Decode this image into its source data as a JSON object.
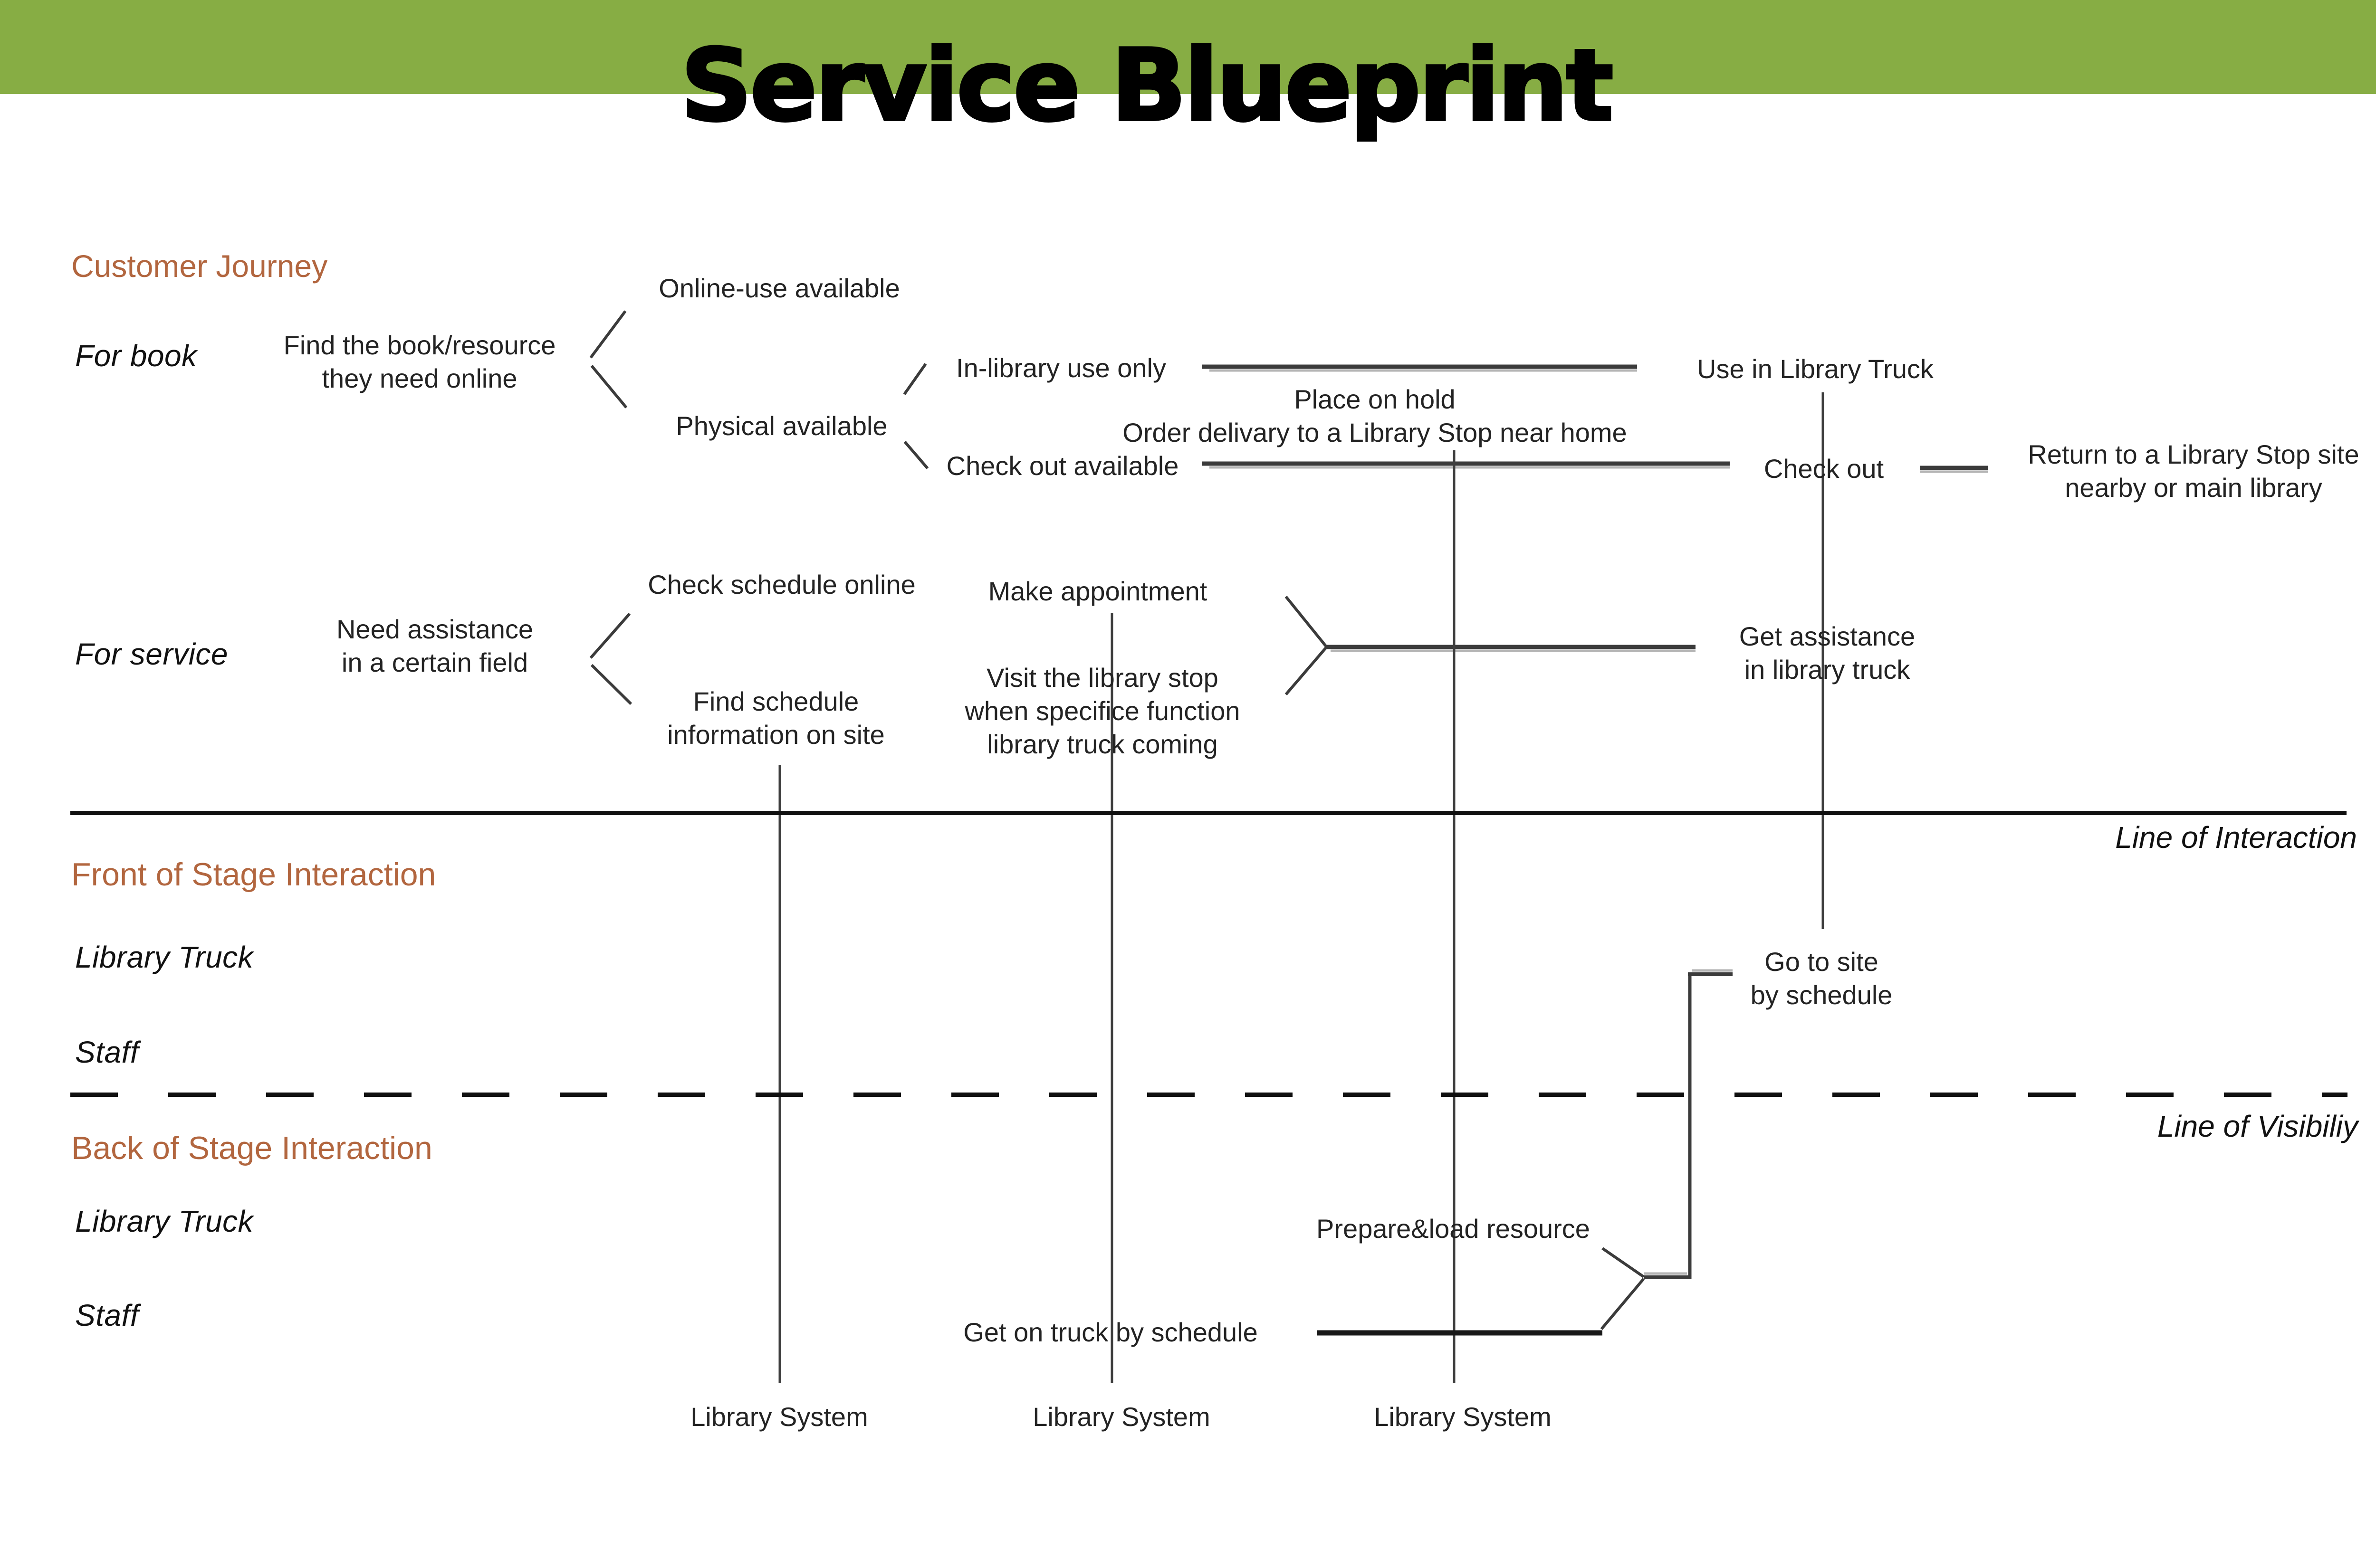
{
  "title": "Service Blueprint",
  "colors": {
    "header_green": "#87ad44",
    "accent_orange": "#b2663f",
    "line_dark": "#3b3b3b",
    "line_shadow": "#b4b4b4"
  },
  "sections": {
    "customer_journey": "Customer Journey",
    "front_stage": "Front of Stage Interaction",
    "back_stage": "Back of Stage Interaction"
  },
  "rows": {
    "for_book": "For book",
    "for_service": "For service",
    "library_truck_front": "Library Truck",
    "staff_front": "Staff",
    "library_truck_back": "Library Truck",
    "staff_back": "Staff"
  },
  "boundaries": {
    "interaction": "Line of Interaction",
    "visibility": "Line of Visibiliy"
  },
  "nodes": {
    "find_book": "Find the book/resource\nthey need online",
    "online_use": "Online-use available",
    "physical": "Physical available",
    "in_library": "In-library use only",
    "place_hold": "Place on hold\nOrder delivary to a Library Stop near home",
    "check_out_available": "Check out available",
    "use_in_truck": "Use in Library Truck",
    "check_out": "Check out",
    "return_stop": "Return to a Library Stop site\nnearby or main library",
    "need_assistance": "Need assistance\nin a certain field",
    "check_schedule": "Check schedule online",
    "find_schedule": "Find schedule\ninformation on site",
    "make_appointment": "Make appointment",
    "visit_stop": "Visit the library stop\nwhen specifice function\nlibrary truck coming",
    "get_assistance": "Get assistance\nin library truck",
    "go_to_site": "Go to site\nby schedule",
    "prepare_load": "Prepare&load resource",
    "get_on_truck": "Get on truck by schedule",
    "library_system_1": "Library System",
    "library_system_2": "Library System",
    "library_system_3": "Library System"
  }
}
